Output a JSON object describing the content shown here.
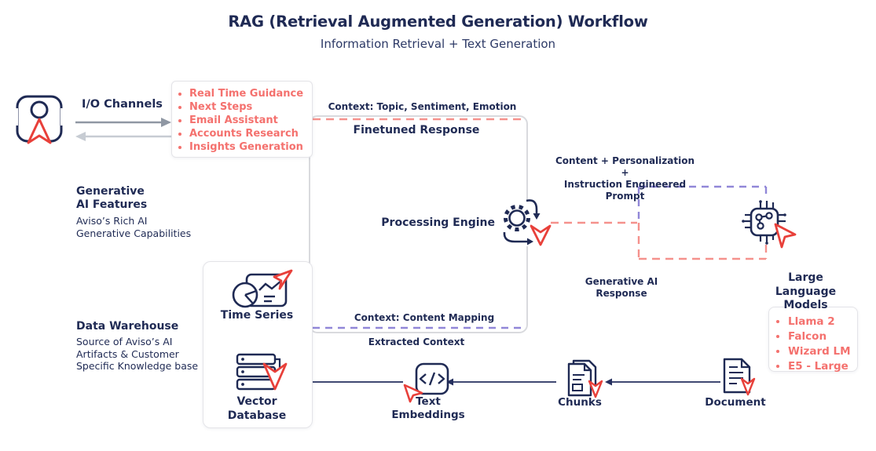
{
  "title": "RAG (Retrieval Augmented Generation) Workflow",
  "subtitle": "Information Retrieval + Text Generation",
  "colors": {
    "navy": "#1f2a54",
    "salmon_text": "#f4716e",
    "red_accent": "#e8403a",
    "purple_dash": "#9187d8",
    "salmon_dash": "#f5918c",
    "frame_gray": "#d9dade",
    "arrow_gray_dark": "#8f97a3",
    "arrow_gray_light": "#c7ccd3",
    "connector_navy": "#252f5e"
  },
  "io": {
    "label": "I/O Channels"
  },
  "features_box": {
    "items": [
      "Real Time Guidance",
      "Next Steps",
      "Email Assistant",
      "Accounts Research",
      "Insights Generation"
    ]
  },
  "generative_ai": {
    "title1": "Generative",
    "title2": "AI Features",
    "desc1": "Aviso’s Rich AI",
    "desc2": "Generative Capabilities"
  },
  "labels": {
    "context_topic": "Context: Topic, Sentiment, Emotion",
    "finetuned_response": "Finetuned Response",
    "processing_engine": "Processing Engine",
    "prompt1": "Content + Personalization +",
    "prompt2": "Instruction Engineered Prompt",
    "gen_response1": "Generative AI",
    "gen_response2": "Response",
    "context_mapping": "Context: Content Mapping",
    "extracted_context": "Extracted Context"
  },
  "llm": {
    "title1": "Large Language",
    "title2": "Models",
    "items": [
      "Llama 2",
      "Falcon",
      "Wizard LM",
      "E5 - Large"
    ]
  },
  "warehouse": {
    "title": "Data Warehouse",
    "desc1": "Source of Aviso’s AI",
    "desc2": "Artifacts & Customer",
    "desc3": "Specific Knowledge base",
    "time_series": "Time Series",
    "vector1": "Vector",
    "vector2": "Database"
  },
  "pipeline": {
    "embeddings1": "Text",
    "embeddings2": "Embeddings",
    "chunks": "Chunks",
    "document": "Document"
  }
}
